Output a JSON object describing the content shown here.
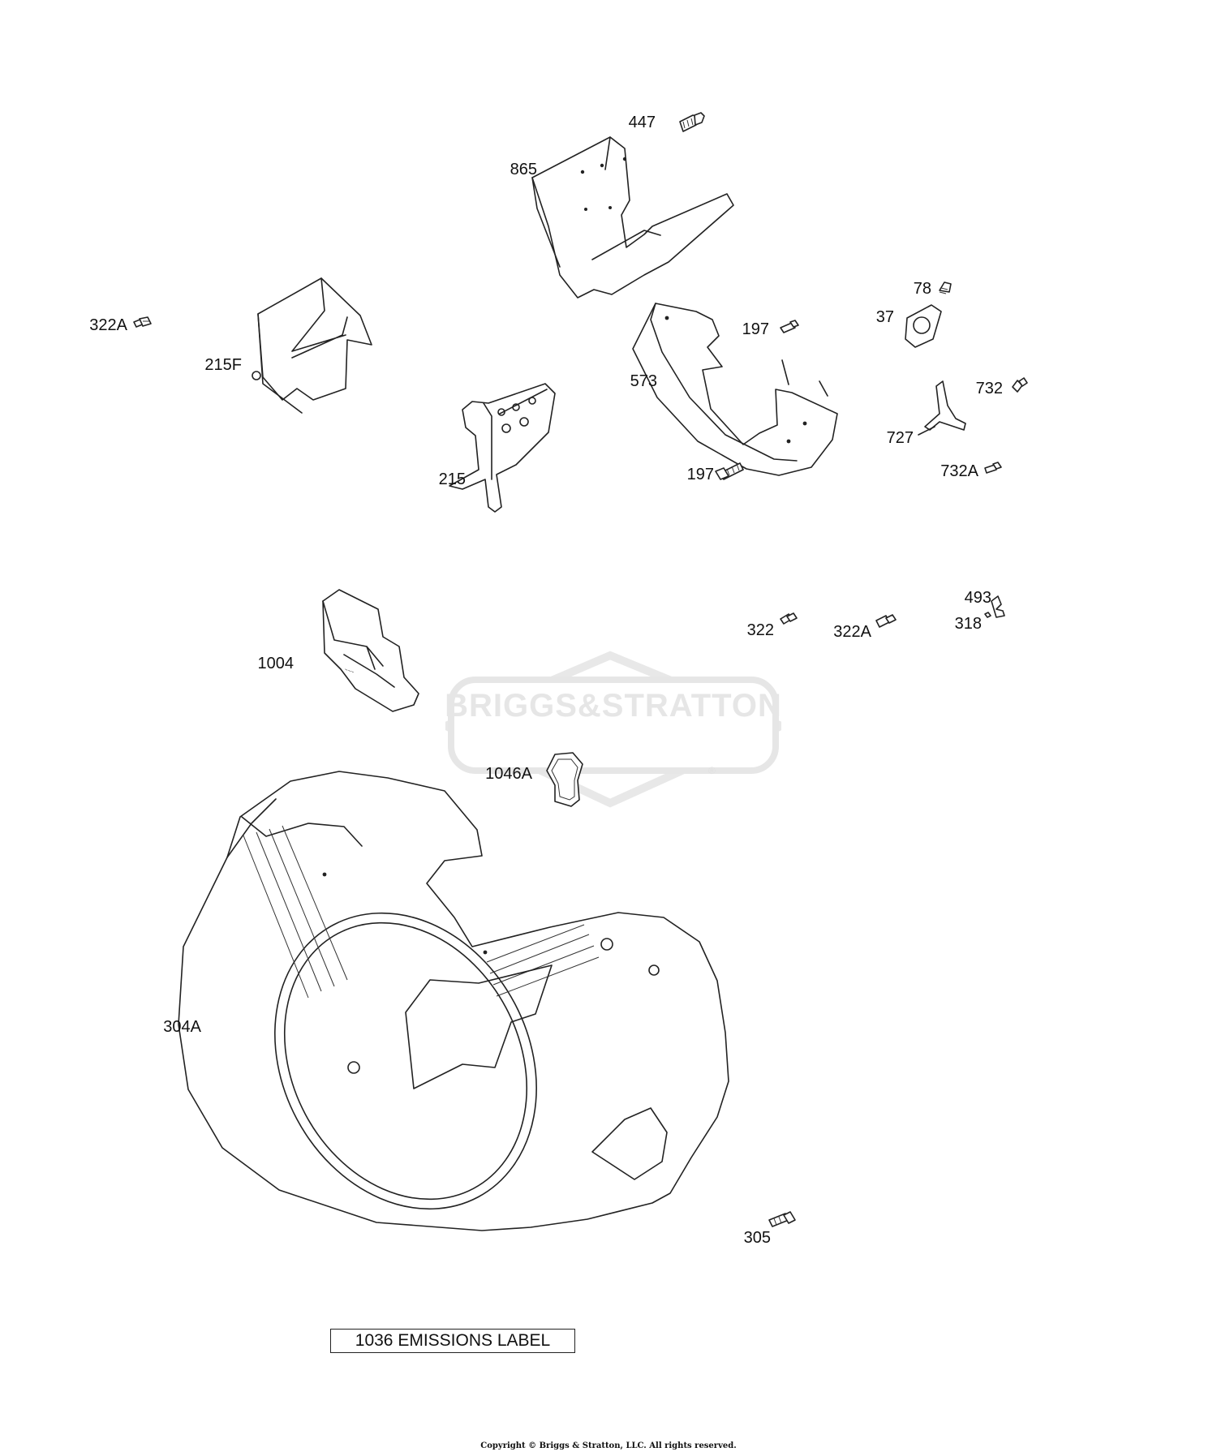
{
  "watermark": {
    "brand": "BRIGGS&STRATTON",
    "registered": "®"
  },
  "callouts": {
    "c447": "447",
    "c865": "865",
    "c322A_top": "322A",
    "c215F": "215F",
    "c78": "78",
    "c37": "37",
    "c197_top": "197",
    "c573": "573",
    "c732": "732",
    "c727": "727",
    "c215": "215",
    "c197_bottom": "197",
    "c732A": "732A",
    "c493": "493",
    "c322": "322",
    "c322A_mid": "322A",
    "c318": "318",
    "c1004": "1004",
    "c1046A": "1046A",
    "c304A": "304A",
    "c305": "305"
  },
  "emissions_label": "1036 EMISSIONS LABEL",
  "copyright": "Copyright © Briggs & Stratton, LLC. All rights reserved."
}
